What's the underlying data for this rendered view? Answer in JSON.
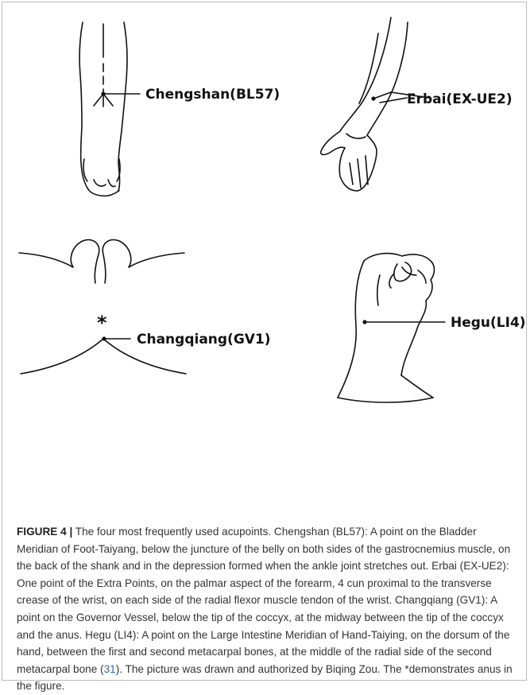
{
  "figure": {
    "labels": {
      "chengshan": "Chengshan(BL57)",
      "erbai": "Erbai(EX-UE2)",
      "changqiang": "Changqiang(GV1)",
      "hegu": "Hegu(LI4)",
      "asterisk": "*"
    }
  },
  "caption": {
    "label": "FIGURE 4 |",
    "text_before_ref": " The four most frequently used acupoints. Chengshan (BL57): A point on the Bladder Meridian of Foot-Taiyang, below the juncture of the belly on both sides of the gastrocnemius muscle, on the back of the shank and in the depression formed when the ankle joint stretches out. Erbai (EX-UE2): One point of the Extra Points, on the palmar aspect of the forearm, 4 cun proximal to the transverse crease of the wrist, on each side of the radial flexor muscle tendon of the wrist. Changqiang (GV1): A point on the Governor Vessel, below the tip of the coccyx, at the midway between the tip of the coccyx and the anus. Hegu (LI4): A point on the Large Intestine Meridian of Hand-Taiying, on the dorsum of the hand, between the first and second metacarpal bones, at the middle of the radial side of the second metacarpal bone (",
    "ref": "31",
    "text_after_ref": "). The picture was drawn and authorized by Biqing Zou. The *demonstrates anus in the figure."
  }
}
